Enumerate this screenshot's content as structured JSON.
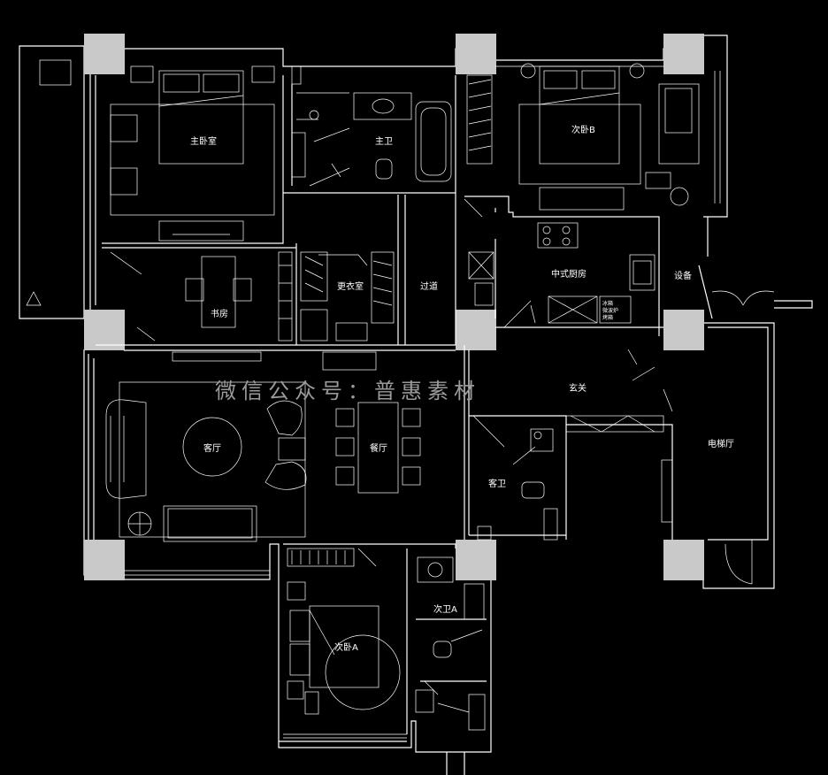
{
  "rooms": {
    "master_bedroom": "主卧室",
    "master_bath": "主卫",
    "bedroom_b": "次卧B",
    "corridor": "过道",
    "walk_in_closet": "更衣室",
    "study": "书房",
    "chinese_kitchen": "中式厨房",
    "equipment": "设备",
    "foyer": "玄关",
    "living_room": "客厅",
    "dining_room": "餐厅",
    "guest_bath": "客卫",
    "elevator_hall": "电梯厅",
    "bath_a": "次卫A",
    "bedroom_a": "次卧A",
    "appliance_tag_line1": "冰箱",
    "appliance_tag_line2": "微波炉",
    "appliance_tag_line3": "烤箱"
  },
  "watermark": "微信公众号：普惠素材",
  "colors": {
    "background": "#000000",
    "lines": "#ffffff",
    "columns": "#c9c9c9",
    "watermark": "#9a9a9a"
  }
}
